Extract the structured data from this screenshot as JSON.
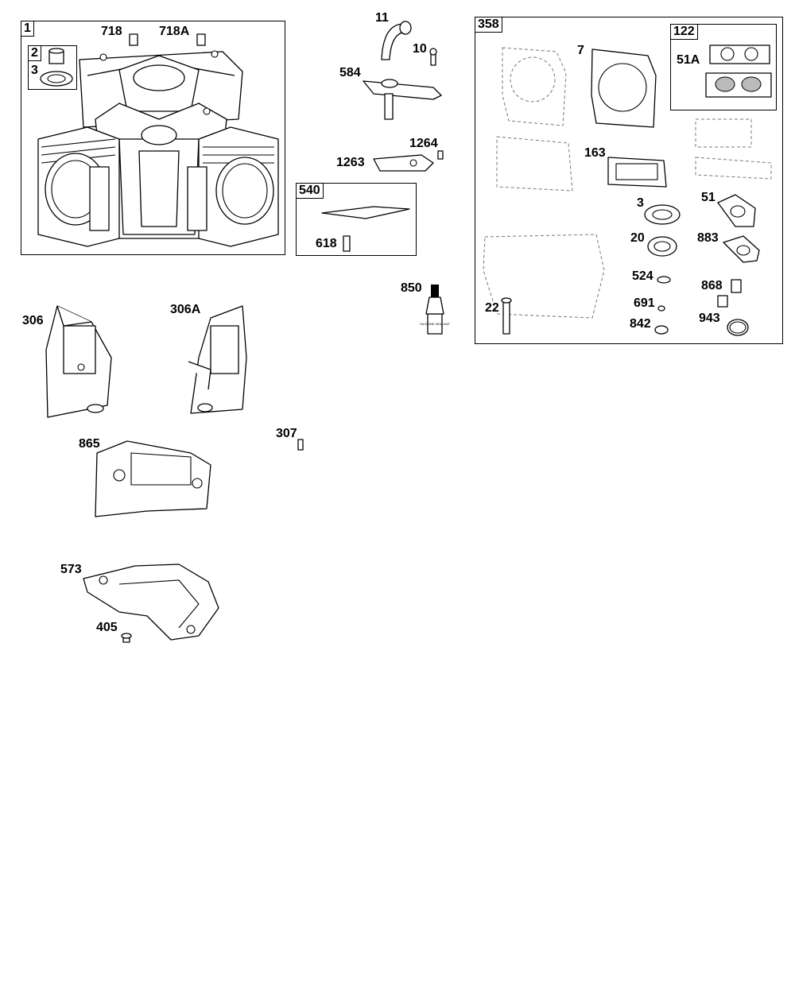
{
  "boxes": {
    "engine_block": "1",
    "bushing_kit": "2",
    "breather_kit": "540",
    "gasket_set": "358",
    "intake_gasket_kit": "122"
  },
  "labels": {
    "p718": "718",
    "p718a": "718A",
    "p3_block": "3",
    "p11": "11",
    "p10": "10",
    "p584": "584",
    "p1264": "1264",
    "p1263": "1263",
    "p618": "618",
    "p850": "850",
    "p7": "7",
    "p51a": "51A",
    "p163": "163",
    "p3_gasket": "3",
    "p51": "51",
    "p20": "20",
    "p883": "883",
    "p524": "524",
    "p868": "868",
    "p22": "22",
    "p691": "691",
    "p842": "842",
    "p943": "943",
    "p306": "306",
    "p306a": "306A",
    "p307": "307",
    "p865": "865",
    "p573": "573",
    "p405": "405"
  },
  "tube_label": "SILICONE SEALANT"
}
